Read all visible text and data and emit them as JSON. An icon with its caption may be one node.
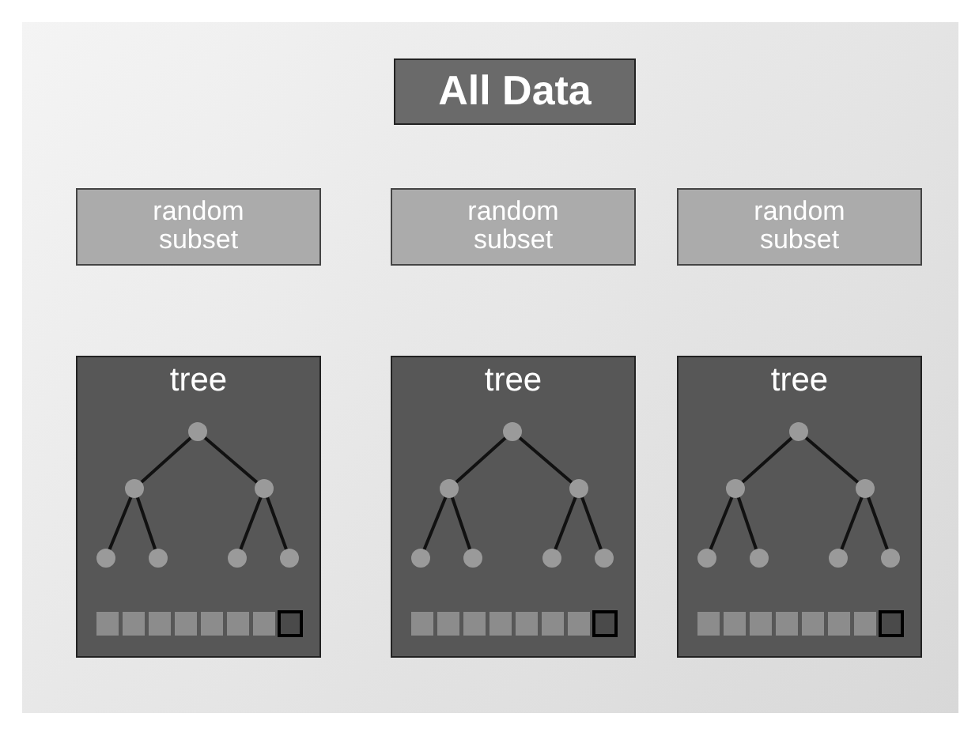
{
  "diagram": {
    "nodes": [
      {
        "text": [
          "All Data"
        ]
      },
      {
        "text": [
          "random subset"
        ]
      },
      {
        "text": [
          "random subset"
        ]
      },
      {
        "text": [
          "random subset"
        ]
      },
      {
        "text": [
          "tree"
        ]
      },
      {
        "text": [
          "tree"
        ]
      },
      {
        "text": [
          "tree"
        ]
      }
    ]
  }
}
